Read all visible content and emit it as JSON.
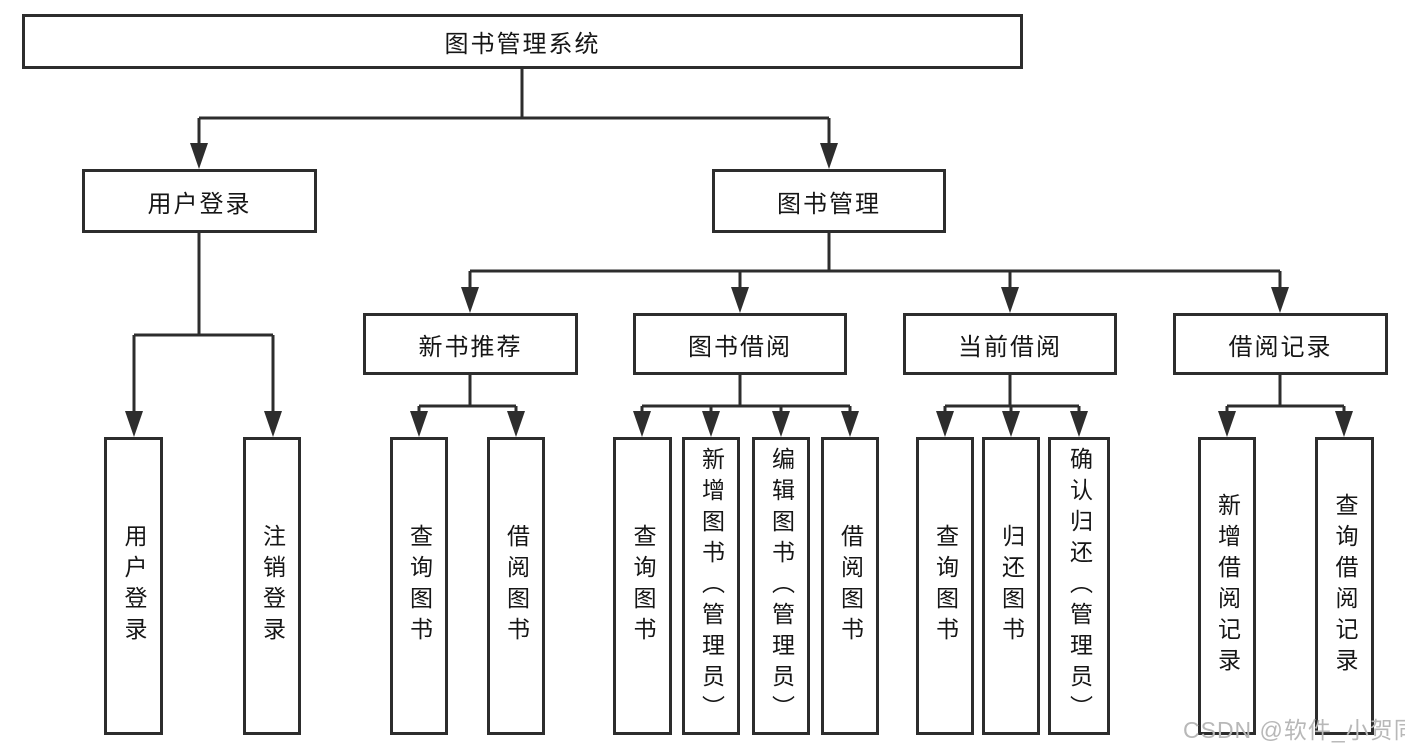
{
  "diagram": {
    "type": "hierarchy-tree",
    "title": "图书管理系统",
    "watermark": "CSDN @软件_小贺同学",
    "colors": {
      "line": "#2d2d2d",
      "box_border": "#2d2d2d",
      "text": "#161616",
      "background": "#ffffff",
      "watermark": "#b8b8b8"
    },
    "nodes": {
      "root": {
        "label": "图书管理系统"
      },
      "user_login": {
        "label": "用户登录"
      },
      "book_mgmt": {
        "label": "图书管理"
      },
      "new_books": {
        "label": "新书推荐"
      },
      "book_borrow": {
        "label": "图书借阅"
      },
      "current_borrow": {
        "label": "当前借阅"
      },
      "borrow_records": {
        "label": "借阅记录"
      },
      "leaf_user_login": {
        "label": "用户登录"
      },
      "leaf_logout": {
        "label": "注销登录"
      },
      "leaf_nb_search": {
        "label": "查询图书"
      },
      "leaf_nb_borrow": {
        "label": "借阅图书"
      },
      "leaf_bb_search": {
        "label": "查询图书"
      },
      "leaf_bb_add": {
        "label": "新增图书（管理员）"
      },
      "leaf_bb_edit": {
        "label": "编辑图书（管理员）"
      },
      "leaf_bb_borrow": {
        "label": "借阅图书"
      },
      "leaf_cb_search": {
        "label": "查询图书"
      },
      "leaf_cb_return": {
        "label": "归还图书"
      },
      "leaf_cb_confirm": {
        "label": "确认归还（管理员）"
      },
      "leaf_br_add": {
        "label": "新增借阅记录"
      },
      "leaf_br_search": {
        "label": "查询借阅记录"
      }
    },
    "edges": [
      "图书管理系统→用户登录",
      "图书管理系统→图书管理",
      "用户登录→用户登录",
      "用户登录→注销登录",
      "图书管理→新书推荐",
      "图书管理→图书借阅",
      "图书管理→当前借阅",
      "图书管理→借阅记录",
      "新书推荐→查询图书",
      "新书推荐→借阅图书",
      "图书借阅→查询图书",
      "图书借阅→新增图书（管理员）",
      "图书借阅→编辑图书（管理员）",
      "图书借阅→借阅图书",
      "当前借阅→查询图书",
      "当前借阅→归还图书",
      "当前借阅→确认归还（管理员）",
      "借阅记录→新增借阅记录",
      "借阅记录→查询借阅记录"
    ]
  }
}
